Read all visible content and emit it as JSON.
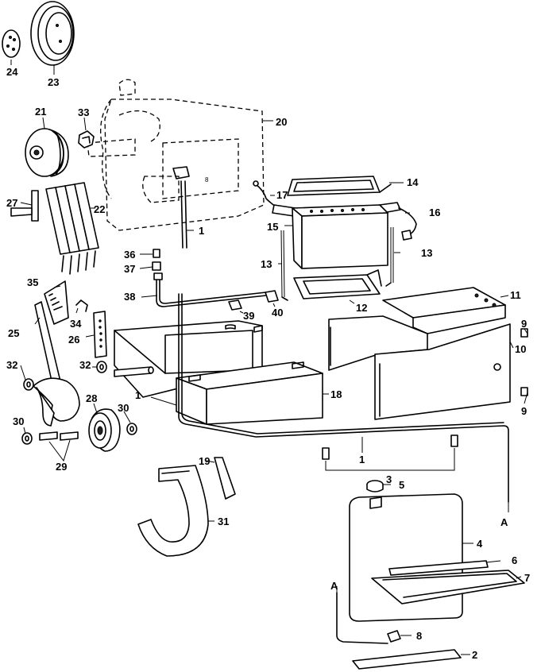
{
  "callouts": {
    "c1a": "1",
    "c1b": "1",
    "c1c": "1",
    "c2": "2",
    "c3": "3",
    "c4": "4",
    "c5": "5",
    "c6": "6",
    "c7": "7",
    "c8": "8",
    "c9a": "9",
    "c9b": "9",
    "c10": "10",
    "c11": "11",
    "c12": "12",
    "c13a": "13",
    "c13b": "13",
    "c14": "14",
    "c15": "15",
    "c16": "16",
    "c17": "17",
    "c18": "18",
    "c19": "19",
    "c20": "20",
    "c21": "21",
    "c22": "22",
    "c23": "23",
    "c24": "24",
    "c25": "25",
    "c26": "26",
    "c27": "27",
    "c28": "28",
    "c29": "29",
    "c30a": "30",
    "c30b": "30",
    "c31": "31",
    "c32a": "32",
    "c32b": "32",
    "c33": "33",
    "c34": "34",
    "c35": "35",
    "c36": "36",
    "c37": "37",
    "c38": "38",
    "c39": "39",
    "c40": "40",
    "ref_a1": "A",
    "ref_a2": "A",
    "engine_mark": "8"
  }
}
